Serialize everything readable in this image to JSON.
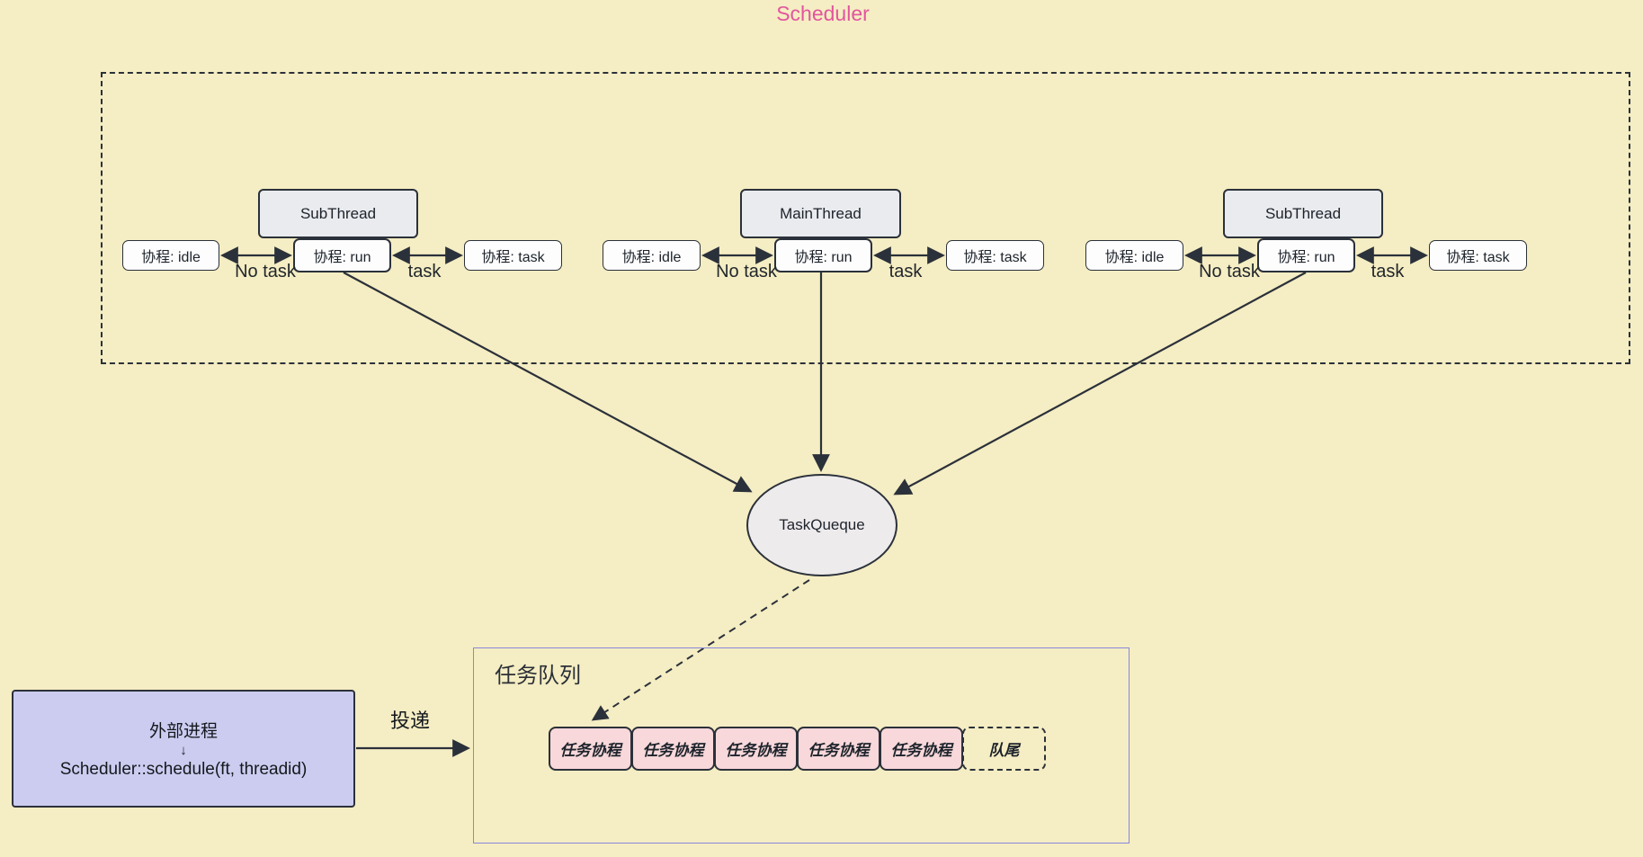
{
  "title": {
    "text": "Scheduler"
  },
  "threads": [
    {
      "name": "SubThread",
      "idle": "协程: idle",
      "run": "协程: run",
      "task": "协程: task",
      "left_arrow_label": "No task",
      "right_arrow_label": "task"
    },
    {
      "name": "MainThread",
      "idle": "协程: idle",
      "run": "协程: run",
      "task": "协程: task",
      "left_arrow_label": "No task",
      "right_arrow_label": "task"
    },
    {
      "name": "SubThread",
      "idle": "协程: idle",
      "run": "协程: run",
      "task": "协程: task",
      "left_arrow_label": "No task",
      "right_arrow_label": "task"
    }
  ],
  "task_queue_ellipse": {
    "label": "TaskQueque"
  },
  "external_process": {
    "line1": "外部进程",
    "arrow_glyph": "↓",
    "line2": "Scheduler::schedule(ft, threadid)"
  },
  "deliver_label": "投递",
  "queue_panel": {
    "title": "任务队列",
    "items": [
      "任务协程",
      "任务协程",
      "任务协程",
      "任务协程",
      "任务协程"
    ],
    "tail_label": "队尾"
  },
  "colors": {
    "background": "#f5edc3",
    "title_text": "#e2559e",
    "thread_box_fill": "#e9ebee",
    "coroutine_box_fill": "#fdfdfd",
    "ellipse_fill": "#eeebed",
    "external_box_fill": "#ccccf0",
    "queue_item_fill": "#f8d8da",
    "queue_panel_border": "#8787dd",
    "stroke": "#2b313a"
  }
}
